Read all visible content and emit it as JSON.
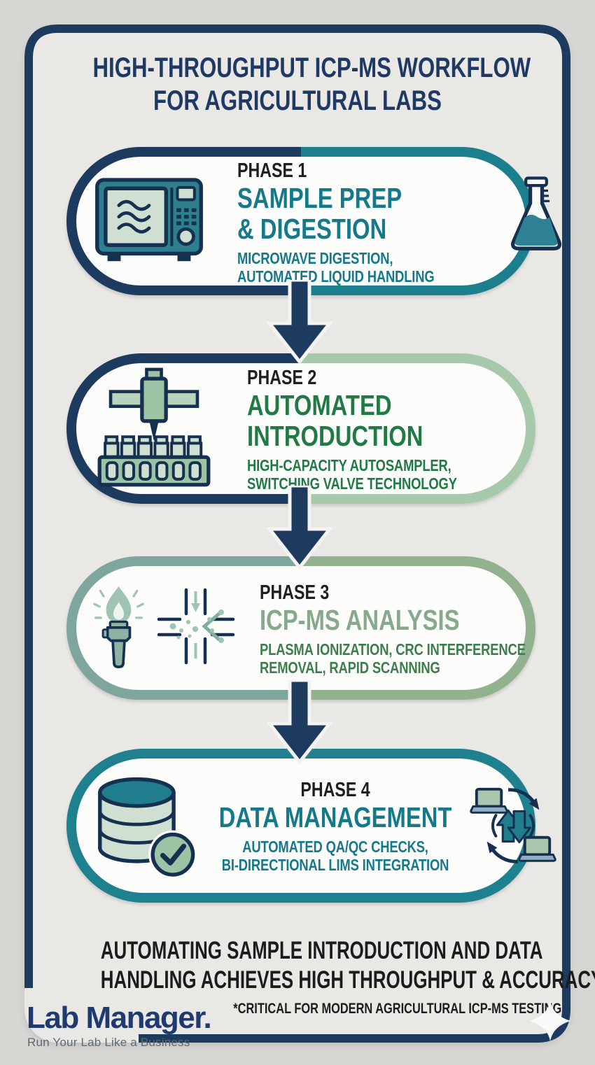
{
  "colors": {
    "navy": "#1d3a5f",
    "teal": "#1b7f8e",
    "teal_text": "#15798a",
    "green_text": "#217a46",
    "sage_text": "#87a98b",
    "dark_green_text": "#3f7d4e",
    "sage_border": "#a6c9ab",
    "dark_text": "#1c1c1c",
    "background": "#d7d6d3",
    "card_background": "#e9e8e5",
    "pill_background": "#fcfcfb"
  },
  "header": {
    "title_line1": "HIGH-THROUGHPUT ICP-MS WORKFLOW",
    "title_line2": "FOR AGRICULTURAL LABS"
  },
  "phases": [
    {
      "label": "PHASE 1",
      "title_lines": [
        "SAMPLE PREP",
        "& DIGESTION"
      ],
      "subtitle_lines": [
        "MICROWAVE DIGESTION,",
        "AUTOMATED LIQUID HANDLING"
      ],
      "left_icon": "microwave-digestion",
      "right_icon": "erlenmeyer-flask"
    },
    {
      "label": "PHASE 2",
      "title_lines": [
        "AUTOMATED",
        "INTRODUCTION"
      ],
      "subtitle_lines": [
        "HIGH-CAPACITY AUTOSAMPLER,",
        "SWITCHING VALVE TECHNOLOGY"
      ],
      "left_icon": "autosampler-vials"
    },
    {
      "label": "PHASE 3",
      "title_lines": [
        "ICP-MS ANALYSIS"
      ],
      "subtitle_lines": [
        "PLASMA IONIZATION, CRC INTERFERENCE",
        "REMOVAL, RAPID SCANNING"
      ],
      "left_icon": "plasma-torch-and-crc-cell"
    },
    {
      "label": "PHASE 4",
      "title_lines": [
        "DATA MANAGEMENT"
      ],
      "subtitle_lines": [
        "AUTOMATED QA/QC CHECKS,",
        "BI-DIRECTIONAL LIMS INTEGRATION"
      ],
      "left_icon": "database-qc-check",
      "right_icon": "lims-sync"
    }
  ],
  "footer": {
    "conclusion_line1": "AUTOMATING SAMPLE INTRODUCTION AND DATA",
    "conclusion_line2": "HANDLING ACHIEVES HIGH THROUGHPUT & ACCURACY",
    "footnote": "*CRITICAL FOR MODERN AGRICULTURAL ICP-MS TESTING",
    "logo_text": "Lab Manager.",
    "logo_tagline": "Run Your Lab Like a Business"
  }
}
